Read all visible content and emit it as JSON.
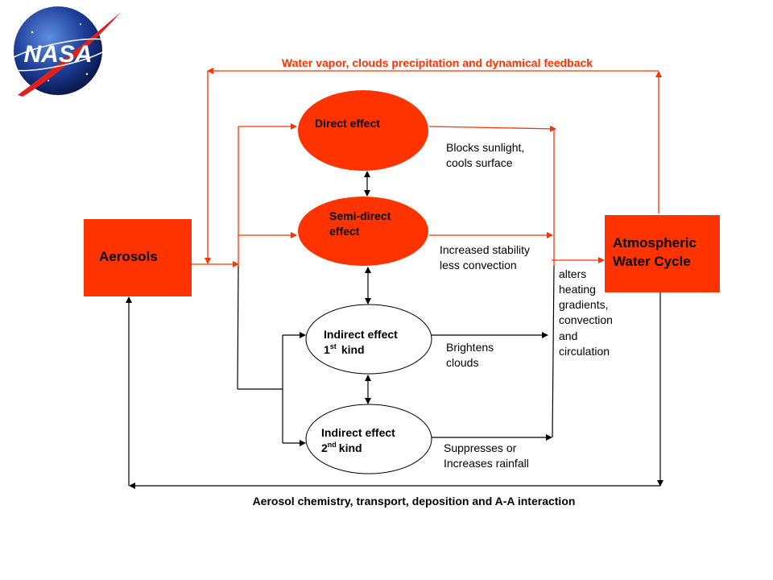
{
  "logo": {
    "text": "NASA"
  },
  "feedback_top": "Water vapor, clouds precipitation and dynamical feedback",
  "feedback_bottom": "Aerosol chemistry, transport, deposition and  A-A interaction",
  "aerosols": "Aerosols",
  "water_cycle": {
    "line1": "Atmospheric",
    "line2": "Water Cycle"
  },
  "effects": {
    "direct": {
      "label": "Direct effect",
      "note1": "Blocks sunlight,",
      "note2": "cools surface"
    },
    "semi_direct": {
      "line1": "Semi-direct",
      "line2": "effect",
      "note1": "Increased stability",
      "note2": "less convection"
    },
    "indirect1": {
      "line1": "Indirect effect",
      "num": "1",
      "sup": "st",
      "kind": "kind",
      "note1": "Brightens",
      "note2": "clouds"
    },
    "indirect2": {
      "line1": "Indirect effect",
      "num": "2",
      "sup": "nd",
      "kind": "kind",
      "note1": "Suppresses or",
      "note2": "Increases rainfall"
    }
  },
  "alters_note": [
    "alters",
    "heating",
    "gradients,",
    "convection",
    "and",
    "circulation"
  ],
  "colors": {
    "accent": "#ff3300",
    "black": "#000000",
    "nasa_blue": "#1f3f9a"
  }
}
